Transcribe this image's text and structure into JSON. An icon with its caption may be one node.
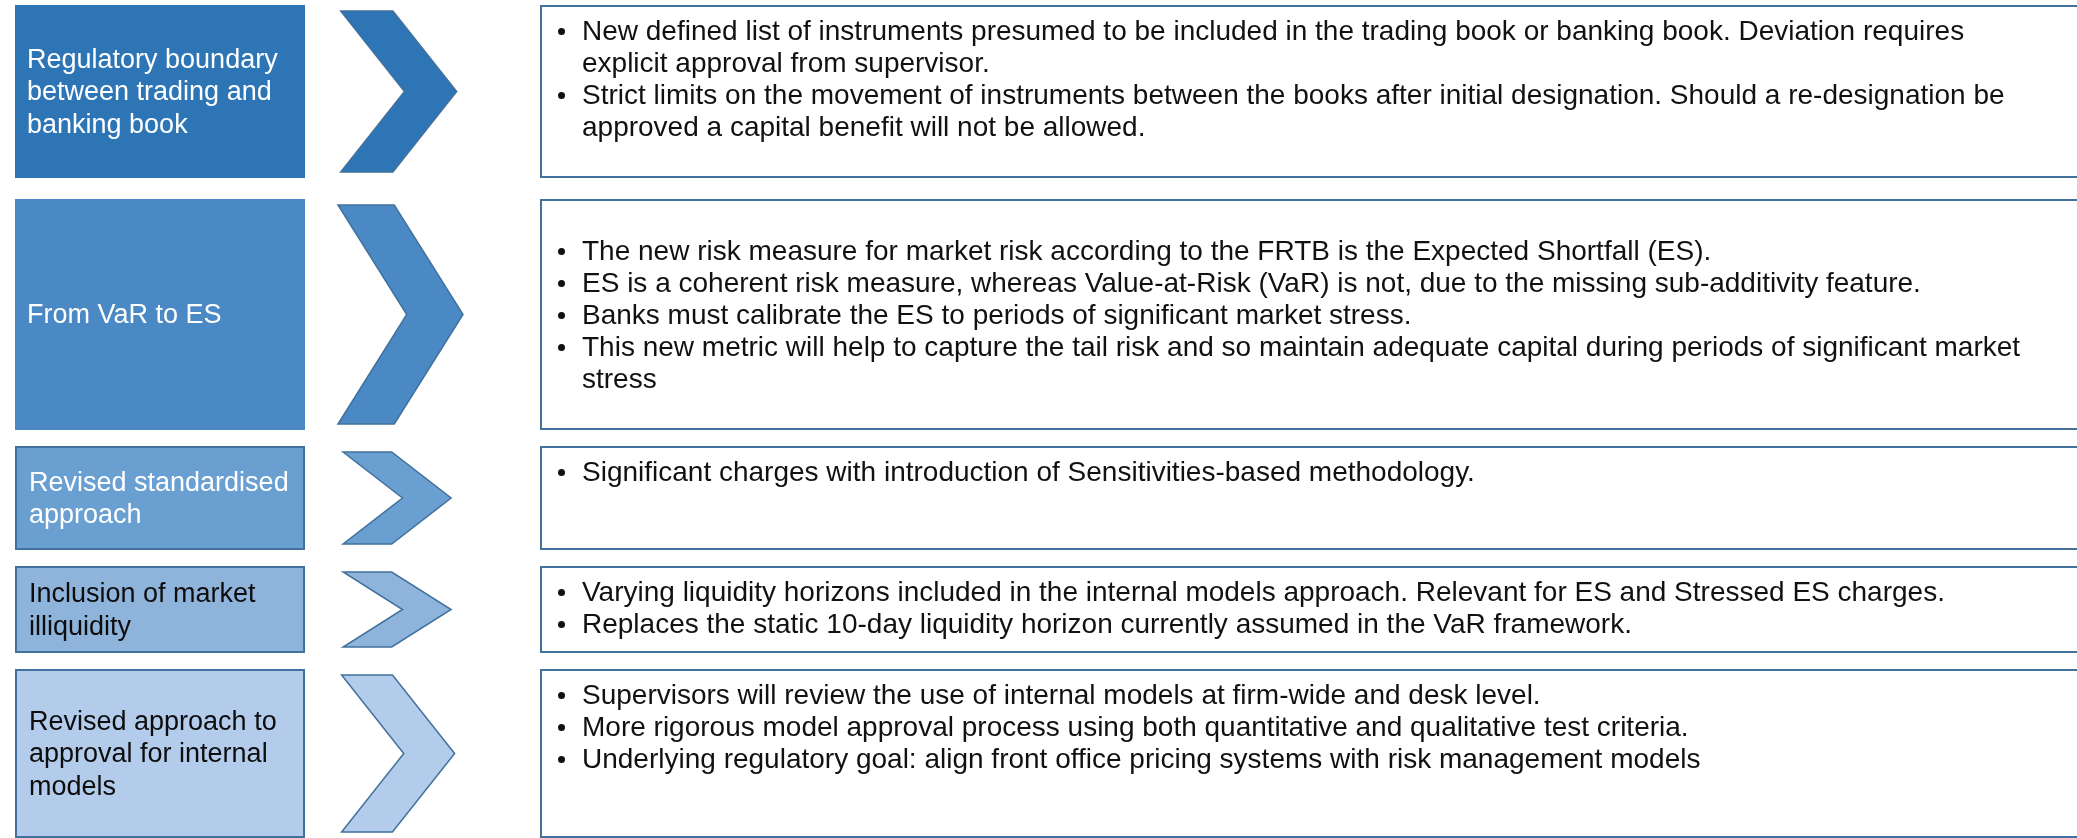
{
  "diagram": {
    "nodes": [
      {
        "text": [
          "Regulatory boundary between trading and banking book"
        ]
      },
      {
        "text": [
          "From VaR to ES"
        ]
      },
      {
        "text": [
          "Revised standardised approach"
        ]
      },
      {
        "text": [
          "Inclusion of market illiquidity"
        ]
      },
      {
        "text": [
          "Revised approach to approval for internal models"
        ]
      },
      {
        "text": [
          "New defined list of instruments presumed to be included in the trading book or banking book. Deviation requires explicit approval from supervisor.",
          "Strict limits on the movement of instruments between the books after initial designation. Should a re-designation be approved a capital benefit will not be allowed."
        ]
      },
      {
        "text": [
          "The new risk measure for market risk according to the FRTB is the Expected Shortfall (ES).",
          "ES is a coherent risk measure, whereas Value-at-Risk (VaR) is not, due to the missing sub-additivity feature.",
          "Banks must calibrate the ES to periods of significant market stress.",
          "This new metric will help to capture the tail risk and so maintain adequate capital during periods of significant market stress"
        ]
      },
      {
        "text": [
          "Significant charges with introduction of Sensitivities-based methodology."
        ]
      },
      {
        "text": [
          "Varying liquidity horizons included in the internal models approach. Relevant for ES and Stressed ES charges.",
          "Replaces the static 10-day liquidity horizon currently assumed in the VaR framework."
        ]
      },
      {
        "text": [
          "Supervisors will review the use of internal models at firm-wide and desk level.",
          "More rigorous model approval process using both quantitative and qualitative test criteria.",
          "Underlying regulatory goal: align front office pricing systems with risk management models"
        ]
      }
    ],
    "edges": [
      {
        "from": 0,
        "to": 5,
        "arrow": "to",
        "color": "#2e75b6"
      },
      {
        "from": 1,
        "to": 6,
        "arrow": "to",
        "color": "#4a89c4"
      },
      {
        "from": 2,
        "to": 7,
        "arrow": "to",
        "color": "#6a9fd2"
      },
      {
        "from": 3,
        "to": 8,
        "arrow": "to",
        "color": "#8fb4dc"
      },
      {
        "from": 4,
        "to": 9,
        "arrow": "to",
        "color": "#b3cceb"
      }
    ]
  }
}
